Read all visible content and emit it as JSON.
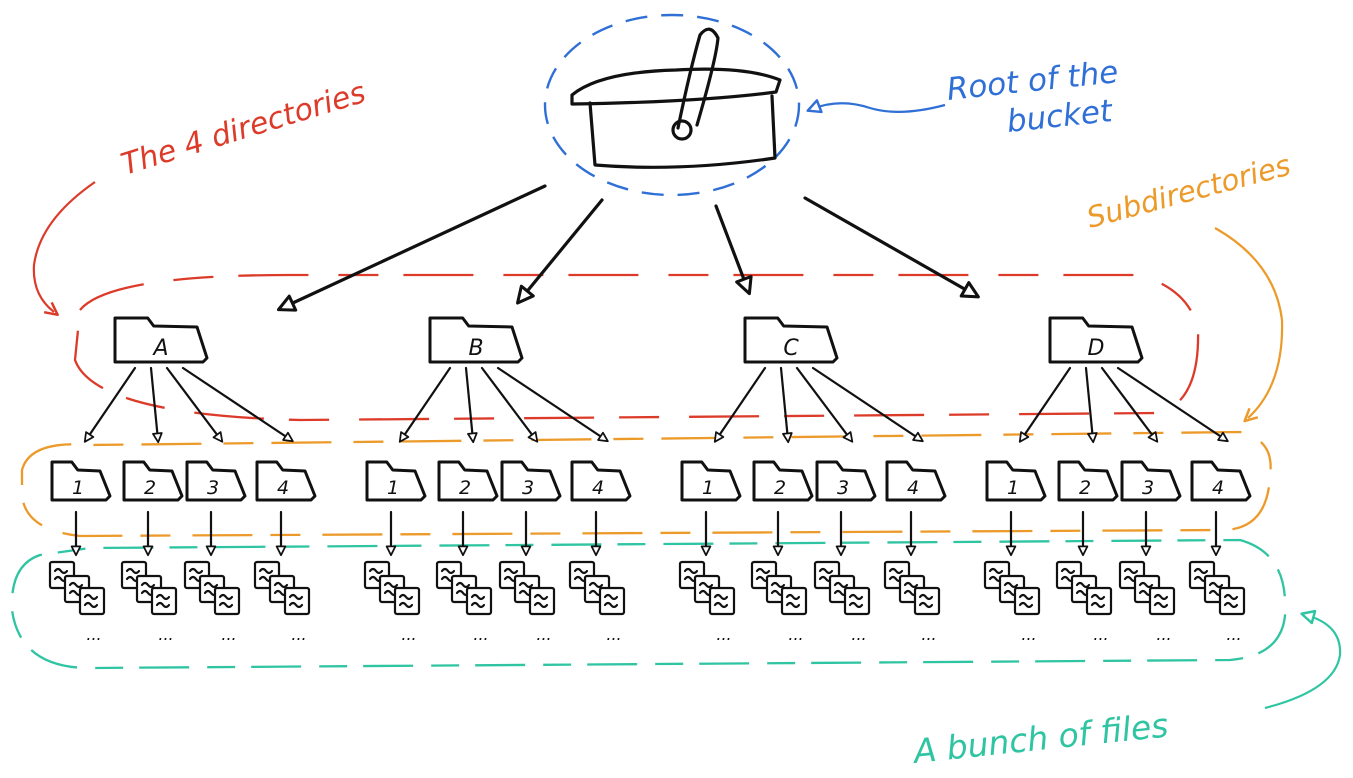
{
  "annotations": {
    "root_line1": "Root of the",
    "root_line2": "bucket",
    "directories": "The 4 directories",
    "subdirectories": "Subdirectories",
    "files": "A bunch of files"
  },
  "directories": [
    {
      "label": "A",
      "subdirectories": [
        "1",
        "2",
        "3",
        "4"
      ]
    },
    {
      "label": "B",
      "subdirectories": [
        "1",
        "2",
        "3",
        "4"
      ]
    },
    {
      "label": "C",
      "subdirectories": [
        "1",
        "2",
        "3",
        "4"
      ]
    },
    {
      "label": "D",
      "subdirectories": [
        "1",
        "2",
        "3",
        "4"
      ]
    }
  ],
  "file_ellipsis": "...",
  "colors": {
    "ink": "#111111",
    "root": "#2f6fd6",
    "directories": "#dd3b2a",
    "subdirectories": "#ec9a2a",
    "files": "#2fc4a2"
  },
  "icons": {
    "root": "basket-icon",
    "directory": "folder-icon",
    "file": "file-stack-icon"
  }
}
